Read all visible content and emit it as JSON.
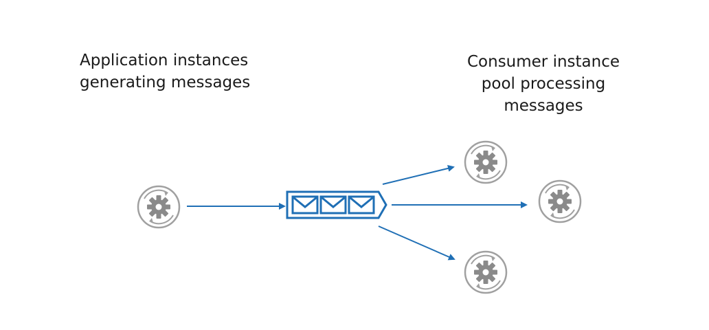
{
  "producer_label": [
    "Application instances",
    "generating messages"
  ],
  "consumer_label": [
    "Consumer instance",
    "pool processing",
    "messages"
  ],
  "icons": {
    "instance": "gear-icon",
    "queue": "envelope-icon"
  },
  "colors": {
    "accent": "#1f6fb5",
    "gear": "#8a8a8a",
    "ring": "#9a9a9a",
    "text": "#1a1a1a"
  }
}
